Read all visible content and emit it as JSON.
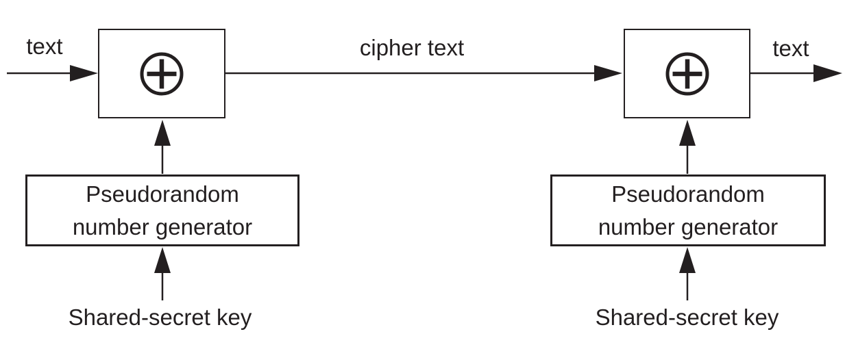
{
  "colors": {
    "ink": "#231f20",
    "background": "#ffffff"
  },
  "icons": {
    "xor-icon": "⊕"
  },
  "labels": {
    "input_text": "text",
    "cipher_text": "cipher text",
    "output_text": "text"
  },
  "sender": {
    "prng_line1": "Pseudorandom",
    "prng_line2": "number generator",
    "key_label": "Shared-secret key"
  },
  "receiver": {
    "prng_line1": "Pseudorandom",
    "prng_line2": "number generator",
    "key_label": "Shared-secret key"
  }
}
